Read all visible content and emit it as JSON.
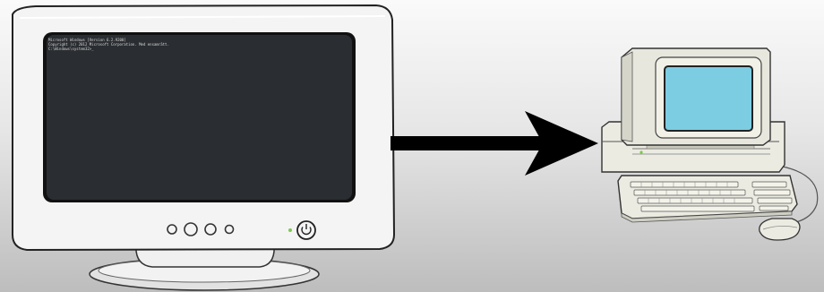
{
  "terminal": {
    "lines": [
      "Microsoft Windows [Version 6.2.9200]",
      "Copyright (c) 2012 Microsoft Corporation. Med ensamrätt.",
      "",
      "C:\\Windows\\system32>_"
    ]
  },
  "colors": {
    "background_top": "#fafafa",
    "background_bottom": "#bdbdbd",
    "monitor_body": "#f4f4f4",
    "screen_bezel": "#111111",
    "screen": "#2a2d31",
    "arrow": "#000000",
    "computer_body": "#ecebe2",
    "computer_screen": "#7ccde2",
    "power_led": "#7ec850"
  },
  "icons": {
    "power": "power-icon"
  }
}
